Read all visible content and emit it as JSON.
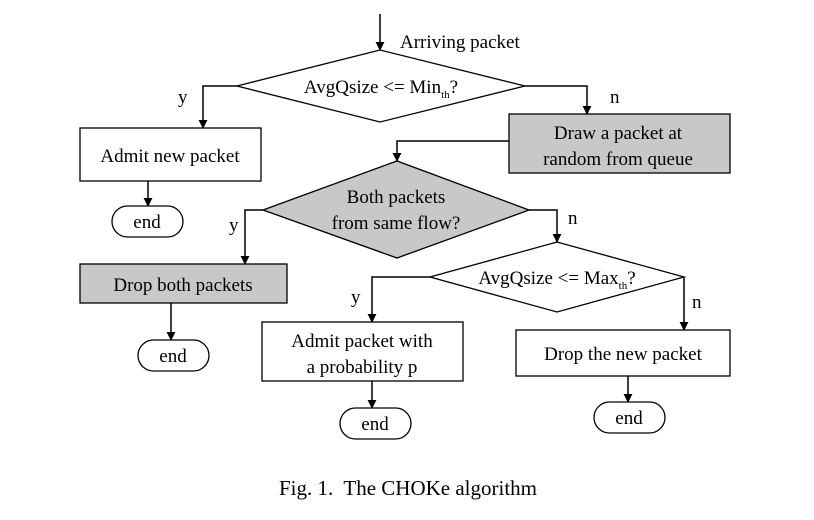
{
  "diagram": {
    "entry_label": "Arriving packet",
    "decision_min": {
      "prefix": "AvgQsize <= Min",
      "subscript": "th",
      "suffix": "?"
    },
    "decision_max": {
      "prefix": "AvgQsize <= Max",
      "subscript": "th",
      "suffix": "?"
    },
    "decision_flow": {
      "line1": "Both packets",
      "line2": "from same flow?"
    },
    "admit_new": "Admit new packet",
    "draw_packet": {
      "line1": "Draw a packet at",
      "line2": "random from queue"
    },
    "drop_both": "Drop both packets",
    "admit_prob": {
      "line1": "Admit packet with",
      "line2": "a probability p"
    },
    "drop_new": "Drop the new packet",
    "terminal": "end",
    "yes": "y",
    "no": "n"
  },
  "caption": "Fig. 1.  The CHOKe algorithm"
}
